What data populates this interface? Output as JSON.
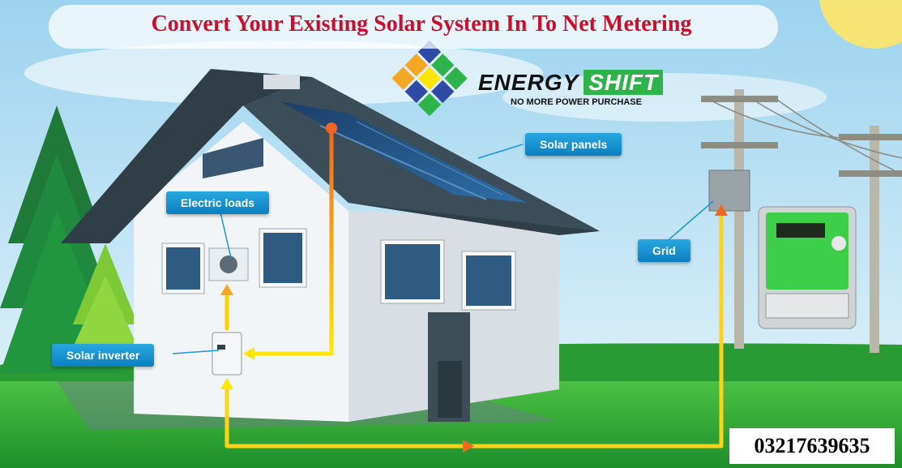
{
  "title": "Convert Your Existing Solar System In To Net Metering",
  "brand": {
    "name_part1": "ENERGY",
    "name_part2": "SHIFT",
    "tagline": "NO MORE POWER PURCHASE"
  },
  "labels": {
    "solar_panels": "Solar panels",
    "electric_loads": "Electric loads",
    "grid": "Grid",
    "solar_inverter": "Solar inverter"
  },
  "phone": "03217639635",
  "colors": {
    "title": "#c8102e",
    "callout": "#1a96d4",
    "arrow_start": "#ffe600",
    "arrow_end": "#f26522",
    "grass": "#2ea82e",
    "roof": "#2f3e47"
  }
}
